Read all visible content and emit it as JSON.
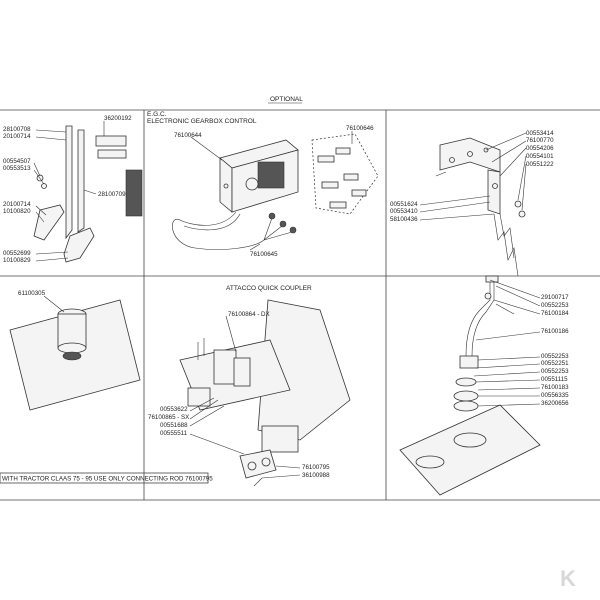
{
  "header": {
    "optional": "OPTIONAL"
  },
  "sections": {
    "egc": {
      "title1": "E.G.C.",
      "title2": "ELECTRONIC GEARBOX CONTROL"
    },
    "coupler": {
      "title": "ATTACCO QUICK COUPLER"
    },
    "note": {
      "text": "WITH TRACTOR CLAAS 75 - 95 USE ONLY CONNECTING ROD 76100795"
    }
  },
  "labels": {
    "p1": [
      "28100708",
      "20100714",
      "36200192",
      "00554507",
      "00553513",
      "28100709",
      "20100714",
      "10100820",
      "00552699",
      "10100829"
    ],
    "p2": [
      "76100644",
      "76100646",
      "76100645"
    ],
    "p3": [
      "00553414",
      "76100770",
      "00554206",
      "00554101",
      "00551222",
      "00551624",
      "00553410",
      "58100436"
    ],
    "p4": [
      "61100305"
    ],
    "p5": [
      "76100864 - DX",
      "00553622",
      "76100865 - SX",
      "00551688",
      "00555511",
      "76100795",
      "36100988"
    ],
    "p6": [
      "29100717",
      "00552253",
      "76100184",
      "76100186",
      "00552253",
      "00552251",
      "00552253",
      "00551115",
      "76100183",
      "00556335",
      "36200656"
    ]
  },
  "logo": {
    "text": "K"
  }
}
